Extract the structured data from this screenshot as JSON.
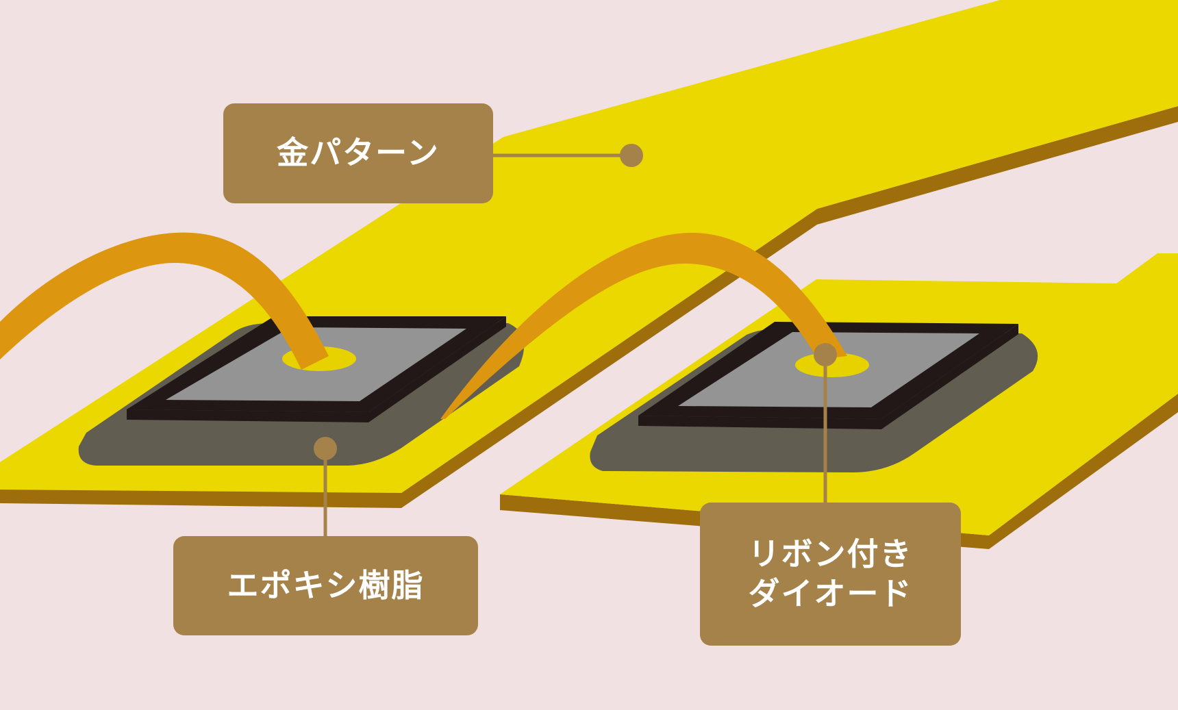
{
  "colors": {
    "background": "#f2e1e3",
    "gold_pattern_top": "#ead800",
    "gold_pattern_side": "#9e6d0c",
    "epoxy": "#625d51",
    "chip_frame": "#221818",
    "chip_surface": "#949494",
    "bond_pad": "#e7d200",
    "ribbon": "#dc960f",
    "label_fill": "#a5824a",
    "label_text": "#ffffff",
    "leader": "#a5824a"
  },
  "labels": {
    "gold_pattern": "金パターン",
    "epoxy_resin": "エポキシ樹脂",
    "ribbon_diode_line1": "リボン付き",
    "ribbon_diode_line2": "ダイオード"
  }
}
